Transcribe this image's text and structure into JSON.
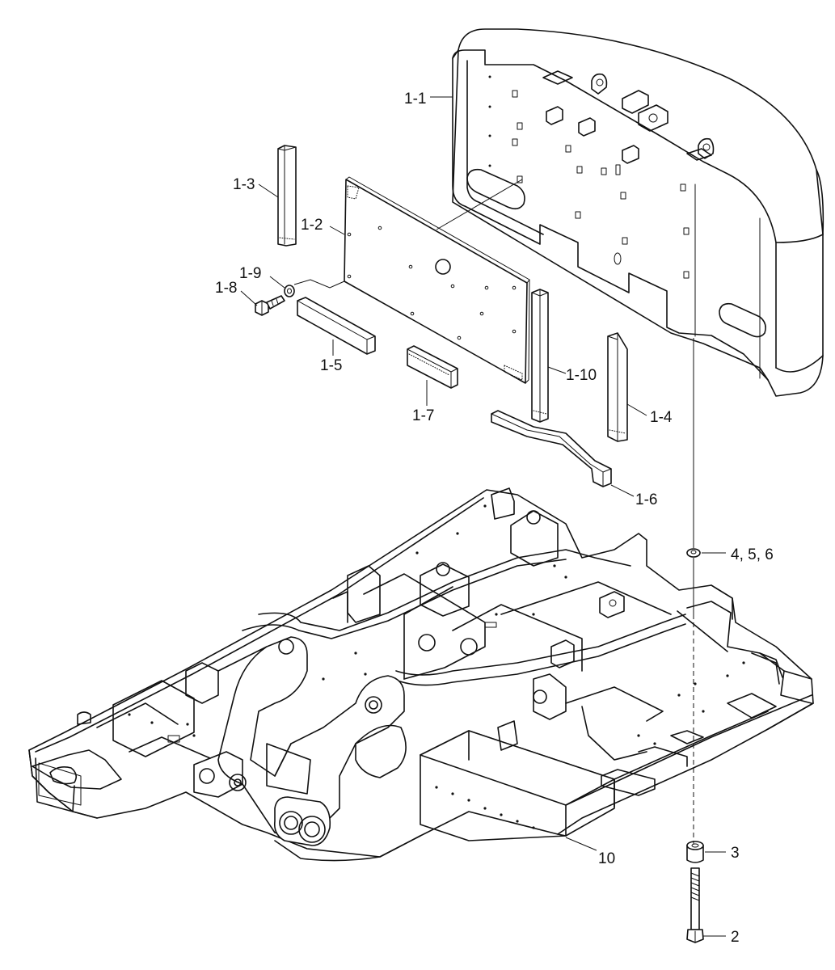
{
  "labels": {
    "l1_1": "1-1",
    "l1_2": "1-2",
    "l1_3": "1-3",
    "l1_4": "1-4",
    "l1_5": "1-5",
    "l1_6": "1-6",
    "l1_7": "1-7",
    "l1_8": "1-8",
    "l1_9": "1-9",
    "l1_10": "1-10",
    "l2": "2",
    "l3": "3",
    "l456": "4, 5, 6",
    "l10": "10"
  }
}
